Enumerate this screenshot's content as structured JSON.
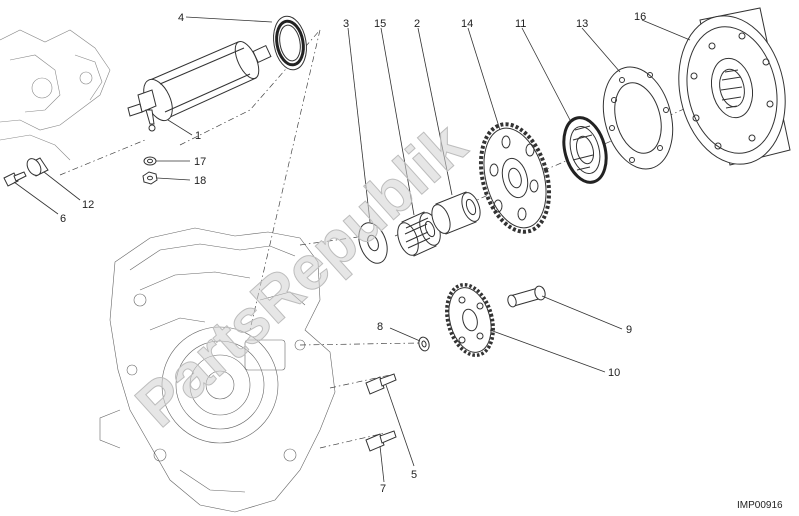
{
  "diagram_code": "IMP00916",
  "watermark_text": "PartsRepublik",
  "callouts": [
    {
      "id": "c1",
      "label": "1"
    },
    {
      "id": "c2",
      "label": "2"
    },
    {
      "id": "c3",
      "label": "3"
    },
    {
      "id": "c4",
      "label": "4"
    },
    {
      "id": "c5",
      "label": "5"
    },
    {
      "id": "c6",
      "label": "6"
    },
    {
      "id": "c7",
      "label": "7"
    },
    {
      "id": "c8",
      "label": "8"
    },
    {
      "id": "c9",
      "label": "9"
    },
    {
      "id": "c10",
      "label": "10"
    },
    {
      "id": "c11",
      "label": "11"
    },
    {
      "id": "c12",
      "label": "12"
    },
    {
      "id": "c13",
      "label": "13"
    },
    {
      "id": "c14",
      "label": "14"
    },
    {
      "id": "c15",
      "label": "15"
    },
    {
      "id": "c16",
      "label": "16"
    },
    {
      "id": "c17",
      "label": "17"
    },
    {
      "id": "c18",
      "label": "18"
    }
  ],
  "colors": {
    "line": "#333333",
    "watermark": "#d2d2d2",
    "background": "#ffffff"
  }
}
